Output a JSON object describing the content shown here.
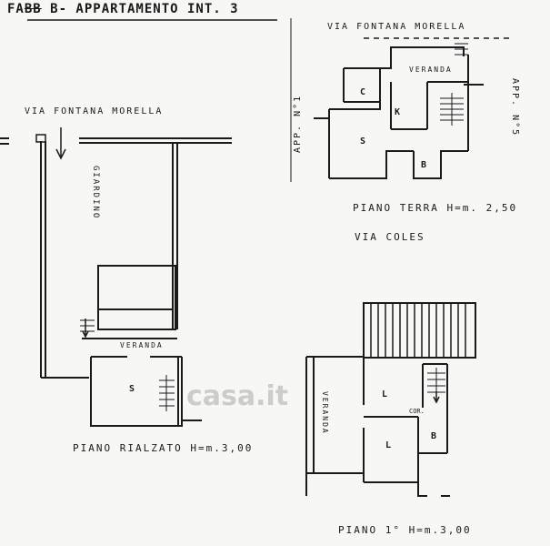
{
  "header": {
    "prefix": "FA",
    "struck": "BB",
    "rest": " B- APPARTAMENTO INT. 3"
  },
  "labels": {
    "street_top": "VIA FONTANA MORELLA",
    "street_left": "VIA FONTANA MORELLA",
    "app1": "APP. N°1",
    "app5": "APP. N°5",
    "piano_terra": "PIANO TERRA H=m. 2,50",
    "via_coles": "VIA COLES",
    "giardino": "GIARDINO",
    "veranda_terra": "VERANDA",
    "veranda_rialzato": "VERANDA",
    "veranda_primo": "VERANDA",
    "piano_rialzato": "PIANO RIALZATO H=m.3,00",
    "piano_primo": "PIANO 1° H=m.3,00"
  },
  "rooms": {
    "terra_c": "C",
    "terra_k": "K",
    "terra_s": "S",
    "terra_b": "B",
    "rialzato_s": "S",
    "primo_l1": "L",
    "primo_l2": "L",
    "primo_cor": "COR.",
    "primo_b": "B"
  },
  "watermark": "casa.it"
}
